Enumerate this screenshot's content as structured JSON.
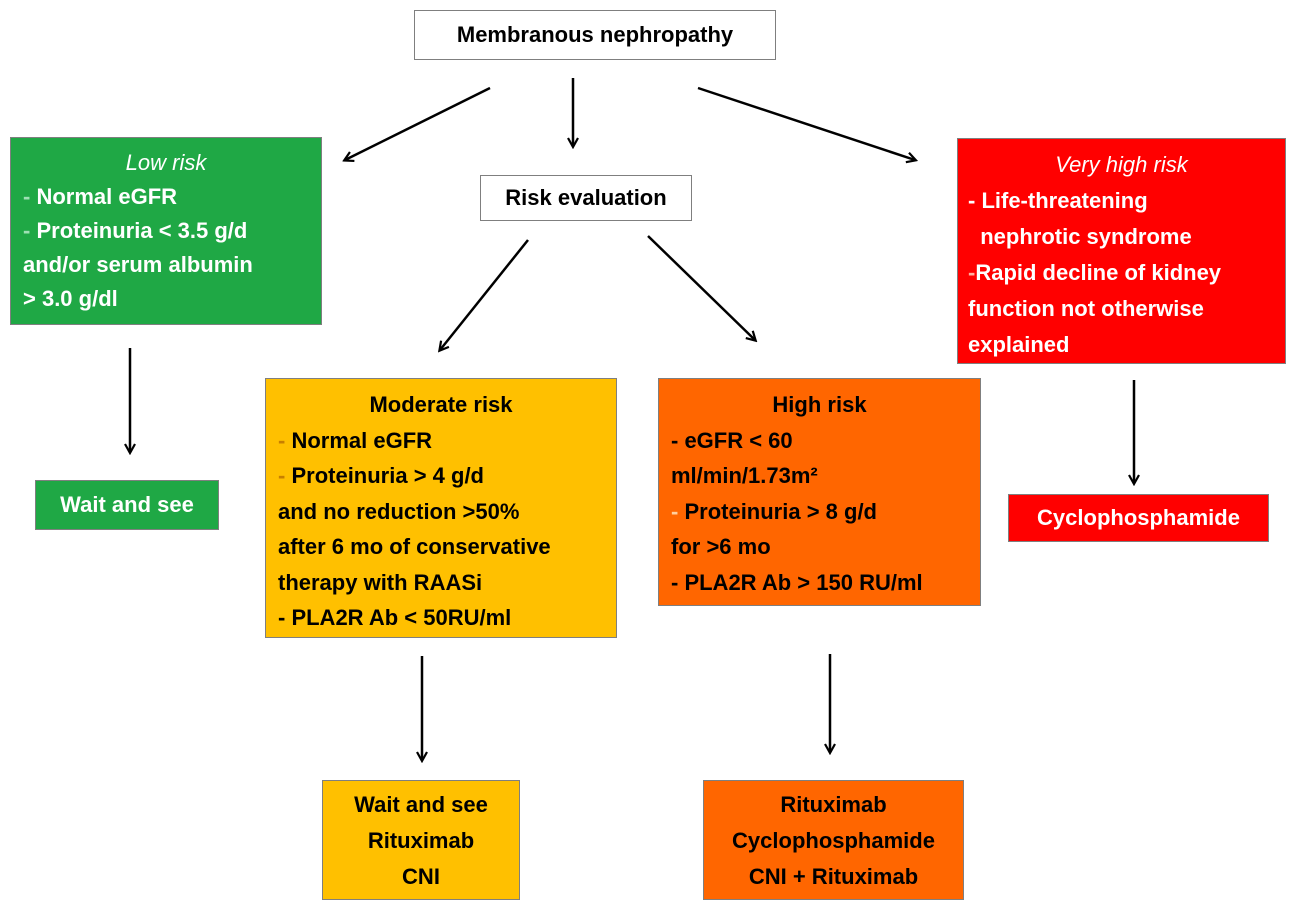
{
  "title": "Membranous  nephropathy",
  "risk_evaluation": "Risk evaluation",
  "low_risk": {
    "heading": "Low risk",
    "lines": [
      {
        "dash": "- ",
        "text": "Normal eGFR"
      },
      {
        "dash": "- ",
        "text": "Proteinuria  < 3.5 g/d"
      },
      {
        "dash": "",
        "text": "and/or serum albumin"
      },
      {
        "dash": "",
        "text": "> 3.0 g/dl"
      }
    ],
    "treatment": "Wait and see"
  },
  "very_high_risk": {
    "heading": "Very high risk",
    "lines": [
      {
        "dash": "",
        "text": "- Life-threatening"
      },
      {
        "dash": "",
        "text": "  nephrotic syndrome"
      },
      {
        "dash": "-",
        "text": "Rapid decline of kidney"
      },
      {
        "dash": "",
        "text": "function not otherwise"
      },
      {
        "dash": "",
        "text": "explained"
      }
    ],
    "treatment": "Cyclophosphamide"
  },
  "moderate_risk": {
    "heading": "Moderate risk",
    "lines": [
      {
        "dash": "- ",
        "text": "Normal eGFR"
      },
      {
        "dash": "- ",
        "text": "Proteinuria  > 4 g/d"
      },
      {
        "dash": "",
        "text": "and no reduction >50%"
      },
      {
        "dash": "",
        "text": "after 6 mo of conservative"
      },
      {
        "dash": "",
        "text": "therapy with RAASi"
      },
      {
        "dash": "",
        "text": "- PLA2R Ab < 50RU/ml"
      }
    ],
    "treatments": [
      "Wait and see",
      "Rituximab",
      "CNI"
    ]
  },
  "high_risk": {
    "heading": "High risk",
    "lines": [
      {
        "dash": "",
        "text": "- eGFR < 60"
      },
      {
        "dash": "",
        "text": "ml/min/1.73m²"
      },
      {
        "dash": "- ",
        "text": "Proteinuria  > 8 g/d"
      },
      {
        "dash": "",
        "text": "for >6 mo"
      },
      {
        "dash": "",
        "text": "- PLA2R Ab > 150 RU/ml"
      }
    ],
    "treatments": [
      "Rituximab",
      "Cyclophosphamide",
      "CNI + Rituximab"
    ]
  },
  "colors": {
    "low": "#1fa845",
    "moderate": "#ffc000",
    "high": "#ff6600",
    "very_high": "#ff0000"
  }
}
